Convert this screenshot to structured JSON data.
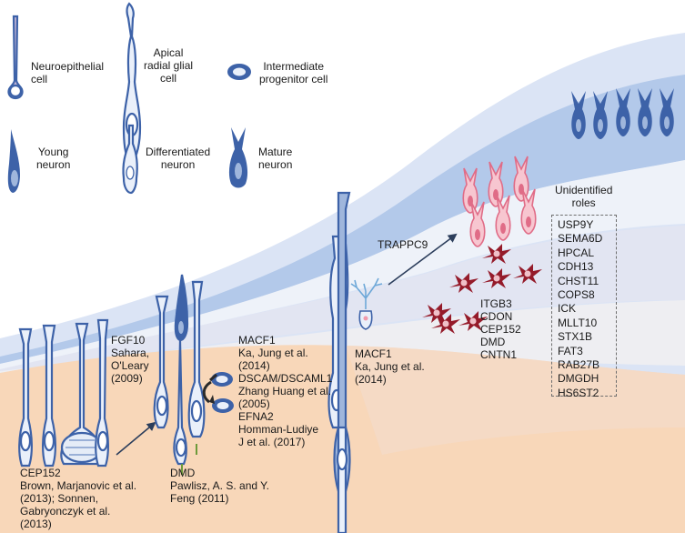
{
  "legend": {
    "neuroepithelial": "Neuroepithelial\ncell",
    "apical_radial_glial": "Apical\nradial glial\ncell",
    "intermediate_progenitor": "Intermediate\nprogenitor cell",
    "young_neuron": "Young\nneuron",
    "differentiated_neuron": "Differentiated\nneuron",
    "mature_neuron": "Mature\nneuron"
  },
  "annotations": {
    "fgf10": "FGF10\nSahara,\nO'Leary\n(2009)",
    "macf1_group": "MACF1\nKa, Jung et al.\n(2014)\nDSCAM/DSCAML1\nZhang Huang et al.\n(2005)\nEFNA2\nHomman-Ludiye\nJ et al. (2017)",
    "cep152": "CEP152\nBrown, Marjanovic et al.\n(2013); Sonnen,\nGabryonczyk et al.\n(2013)",
    "dmd": "DMD\nPawlisz, A. S. and Y.\nFeng (2011)",
    "macf1_2": "MACF1\nKa, Jung et al.\n(2014)",
    "trappc9": "TRAPPC9",
    "mid_genes": "ITGB3\nCDON\nCEP152\nDMD\nCNTN1",
    "unidentified_title": "Unidentified\nroles",
    "unidentified_genes": [
      "USP9Y",
      "SEMA6D",
      "HPCAL",
      "CDH13",
      "CHST11",
      "COPS8",
      "ICK",
      "MLLT10",
      "STX1B",
      "FAT3",
      "RAB27B",
      "DMGDH",
      "HS6ST2"
    ]
  },
  "colors": {
    "upper_layer": "#d9e3f4",
    "upper_band": "#b4cbe9",
    "ventricular": "#f8d6b8",
    "cell_blue": "#3d62a8",
    "cell_fill": "#eaf0fa",
    "pink_neuron": "#f19aac",
    "red_cell": "#951b2a",
    "arrow": "#2c3e5c"
  }
}
